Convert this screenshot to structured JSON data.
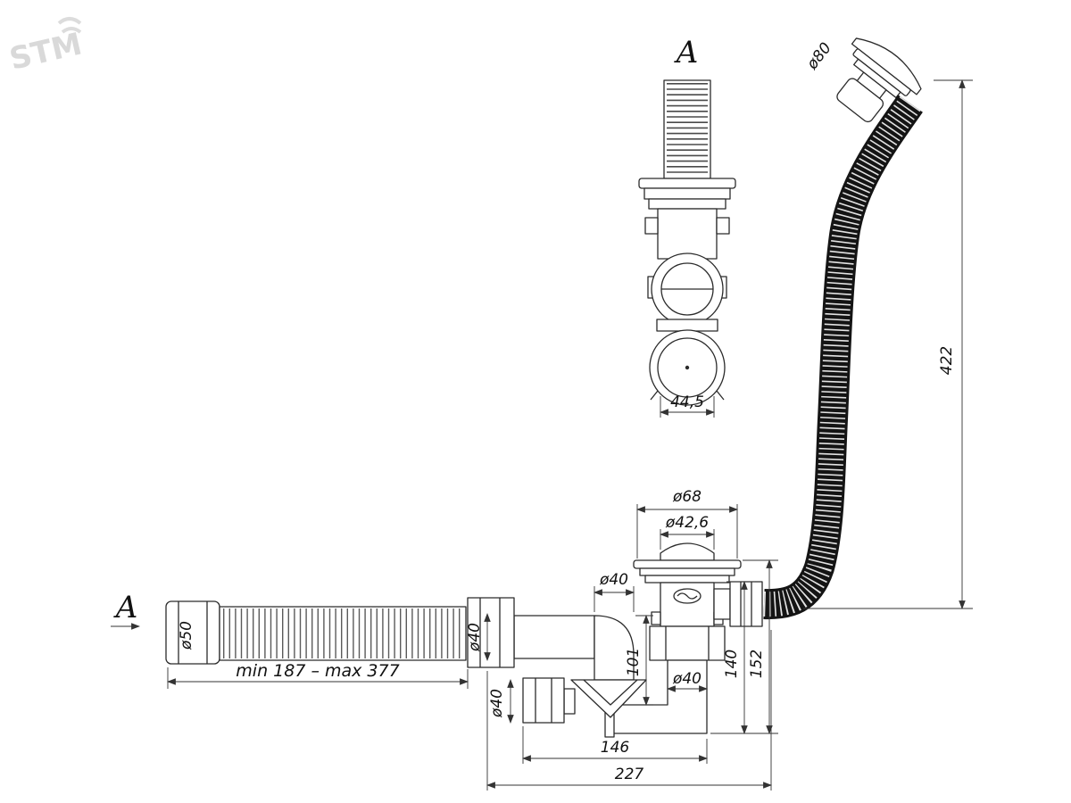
{
  "labels": {
    "section_top": "A",
    "section_left": "A",
    "watermark": "STM"
  },
  "dims": {
    "d445": "44,5",
    "d80": "ø80",
    "d422": "422",
    "d68": "ø68",
    "d426": "ø42,6",
    "d40_elbow": "ø40",
    "d40_inlet": "ø40",
    "d40_lower": "ø40",
    "d40_tail": "ø40",
    "d101": "101",
    "d140": "140",
    "d152": "152",
    "d146": "146",
    "d227": "227",
    "flex_range": "min 187 – max 377",
    "d50": "ø50"
  }
}
